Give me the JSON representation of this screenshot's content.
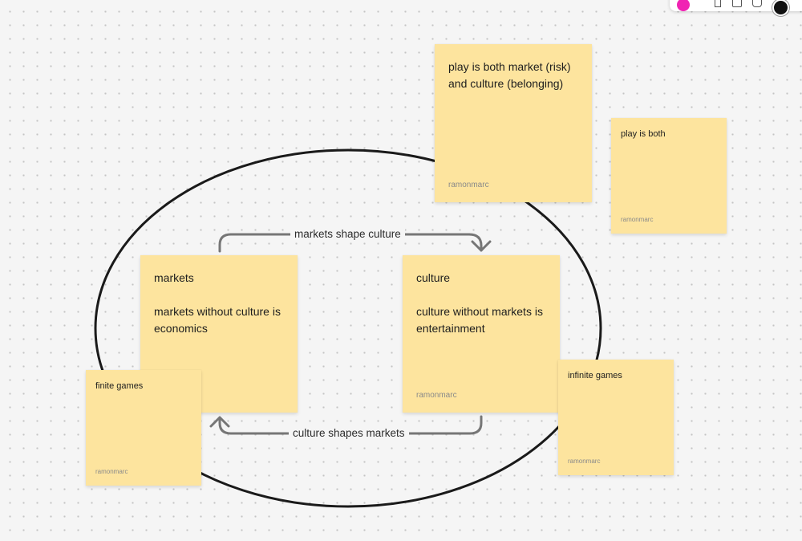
{
  "stickies": {
    "top_note": {
      "text": "play is both market (risk)\nand culture (belonging)",
      "author": "ramonmarc"
    },
    "play_both": {
      "text": "play is both",
      "author": "ramonmarc"
    },
    "markets": {
      "text": "markets\n\nmarkets without culture is\neconomics",
      "author": ""
    },
    "culture": {
      "text": "culture\n\nculture without markets is\nentertainment",
      "author": "ramonmarc"
    },
    "finite": {
      "text": "finite games",
      "author": "ramonmarc"
    },
    "infinite": {
      "text": "infinite games",
      "author": "ramonmarc"
    }
  },
  "connectors": {
    "top_label": "markets shape culture",
    "bottom_label": "culture shapes markets"
  },
  "colors": {
    "sticky_yellow": "#fde49e",
    "connector_gray": "#767676",
    "ellipse_stroke": "#1a1a1a",
    "avatar_accent": "#f024b3"
  },
  "icons": {
    "toolbar": [
      "user-avatar-icon",
      "reaction-icon",
      "comment-icon",
      "share-icon",
      "profile-avatar-icon"
    ]
  }
}
